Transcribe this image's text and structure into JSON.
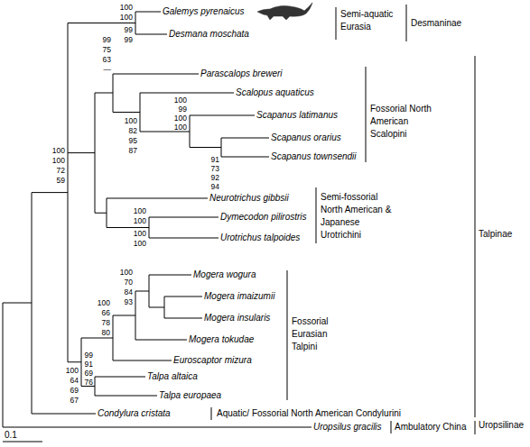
{
  "diagram": {
    "labels": [
      "100",
      "100",
      "99",
      "99",
      "Galemys pyrenaicus",
      "Desmana moschata",
      "Semi-aquatic Eurasia",
      "Desmaninae",
      "99",
      "75",
      "63",
      "—",
      "Parascalops breweri",
      "100",
      "82",
      "95",
      "87",
      "Scalopus aquaticus",
      "100",
      "99",
      "100",
      "100",
      "Scapanus latimanus",
      "Scapanus orarius",
      "Scapanus townsendii",
      "Fossorial North American Scalopini",
      "100",
      "100",
      "72",
      "59",
      "91",
      "73",
      "92",
      "94",
      "Neurotrichus gibbsii",
      "100",
      "100",
      "100",
      "100",
      "Dymecodon pilirostris",
      "Urotrichus talpoides",
      "Semi-fossorial North American & Japanese Urotrichini",
      "Talpinae",
      "100",
      "70",
      "84",
      "93",
      "Mogera wogura",
      "Mogera imaizumii",
      "Mogera insularis",
      "100",
      "66",
      "78",
      "80",
      "Mogera tokudae",
      "Fossorial Eurasian Talpini",
      "Euroscaptor mizura",
      "99",
      "91",
      "69",
      "76",
      "100",
      "64",
      "69",
      "67",
      "Talpa altaica",
      "Talpa europaea",
      "Condylura cristata",
      "Aquatic/ Fossorial North American Condylurini",
      "Uropsilus gracilis",
      "Ambulatory China",
      "Uropsilinae",
      "0.1"
    ]
  }
}
